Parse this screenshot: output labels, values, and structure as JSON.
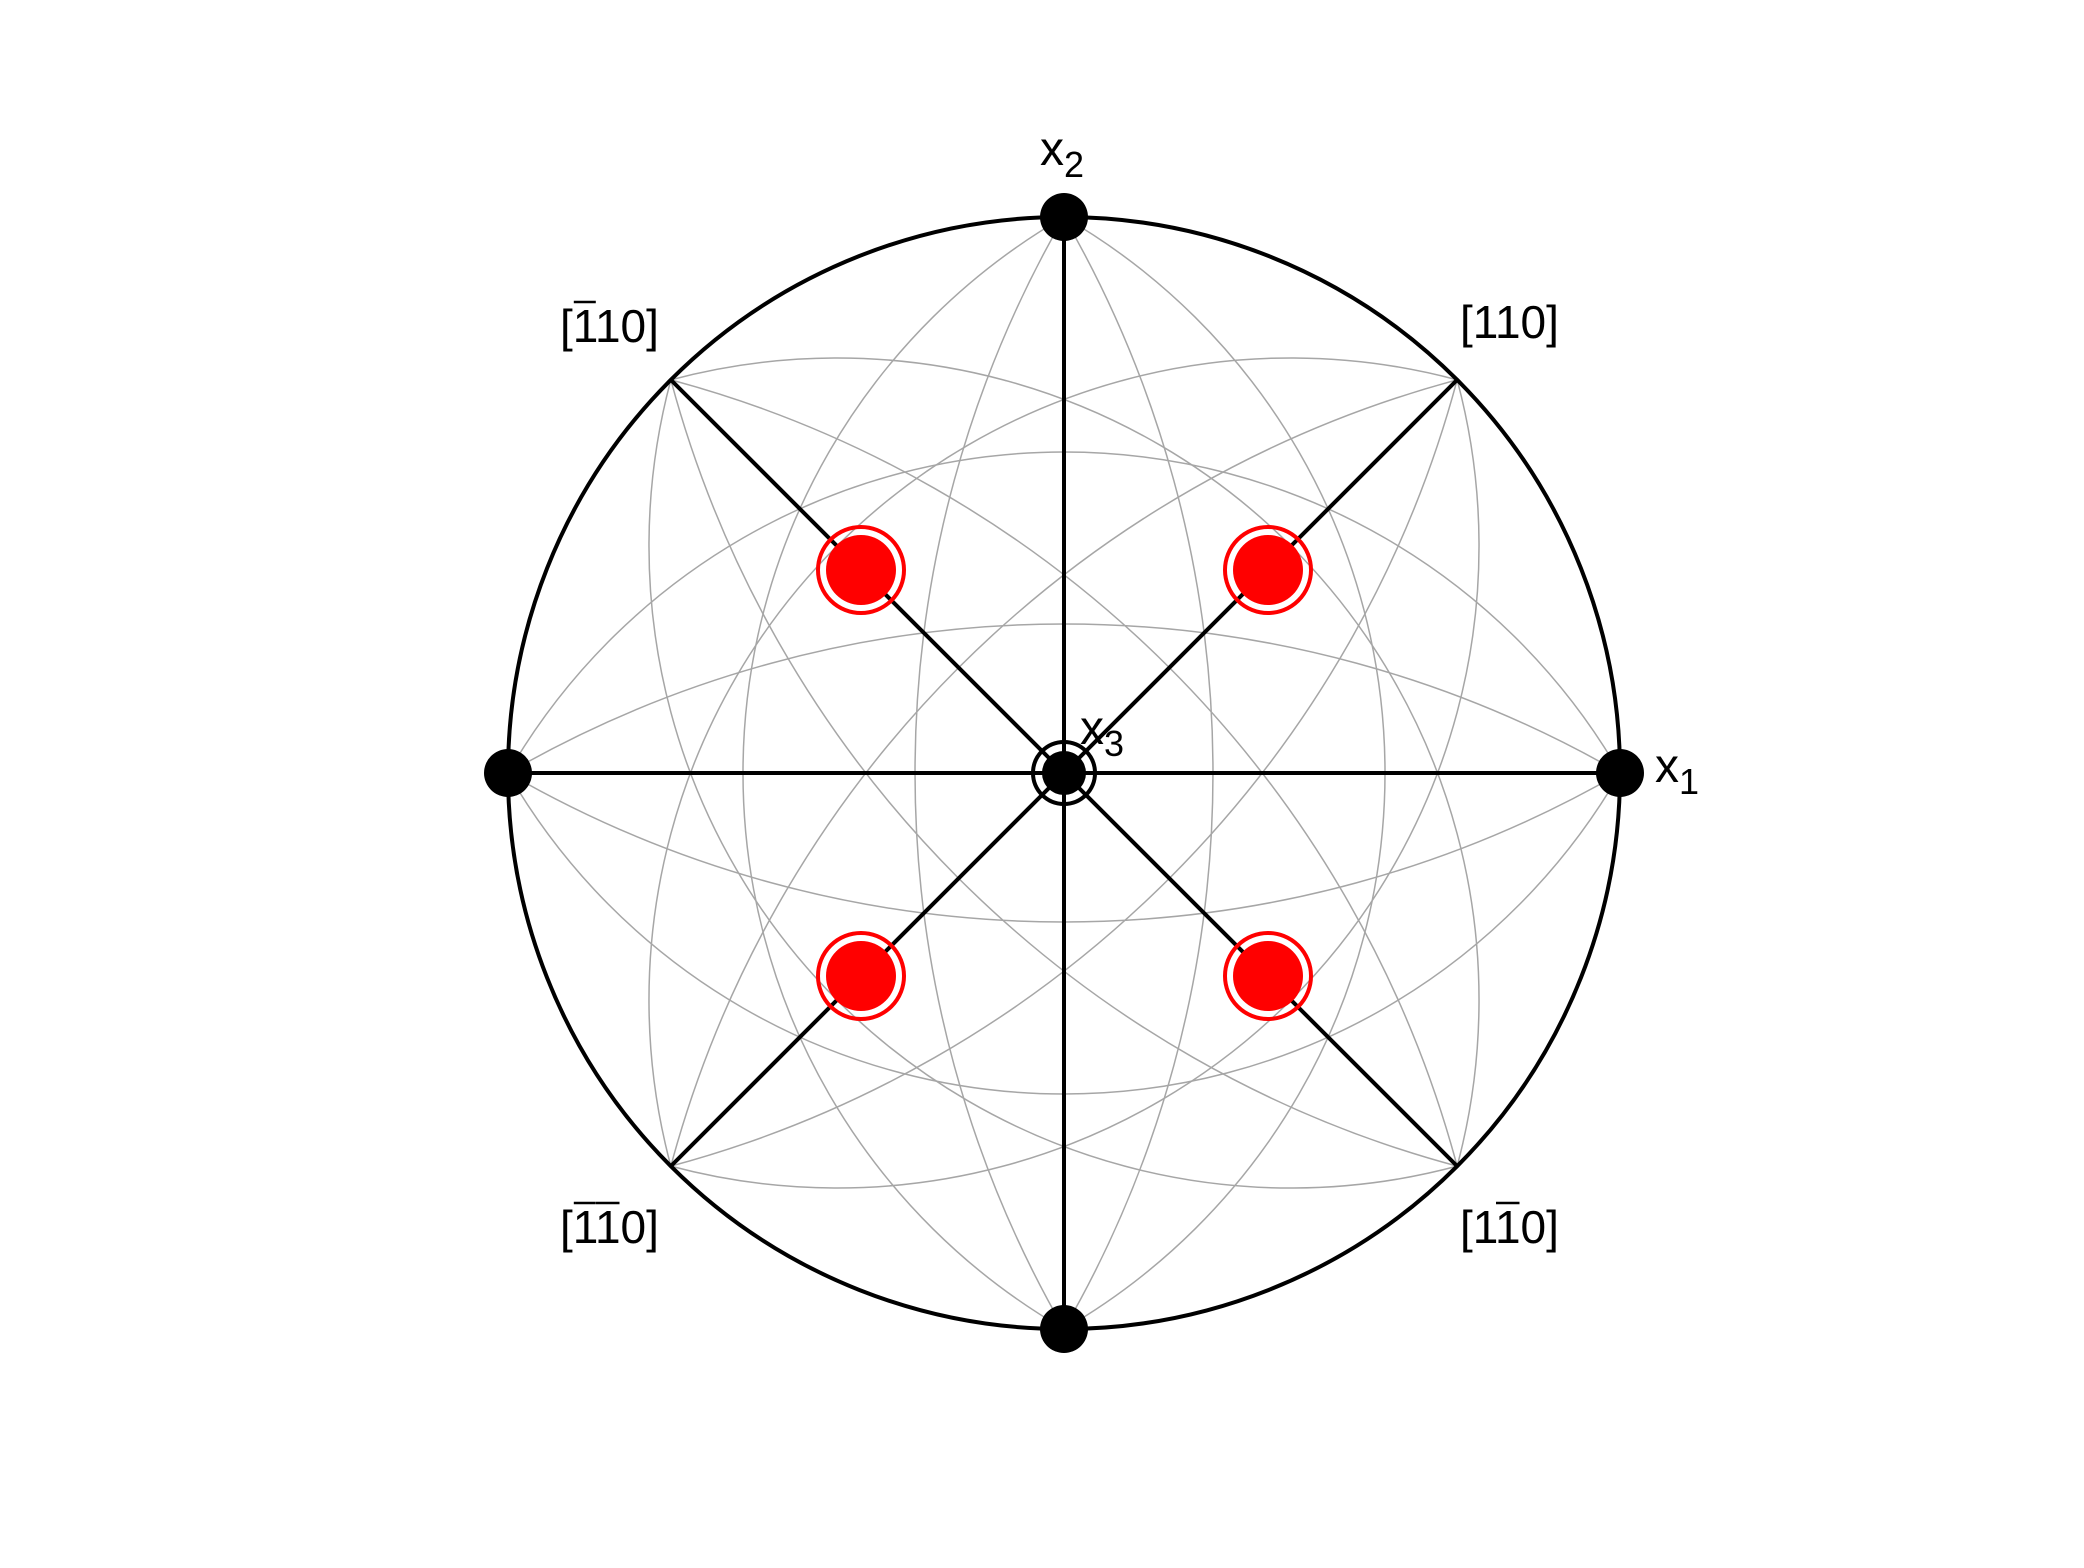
{
  "diagram": {
    "type": "stereographic-projection",
    "colors": {
      "outline": "#000000",
      "grid": "#a6a6a6",
      "pole_fill": "#000000",
      "highlight": "#ff0000",
      "background": "#ffffff"
    },
    "axis_labels": {
      "x1": {
        "base": "x",
        "sub": "1"
      },
      "x2": {
        "base": "x",
        "sub": "2"
      },
      "x3": {
        "base": "x",
        "sub": "3"
      }
    },
    "direction_labels": {
      "ne": {
        "open": "[",
        "d1": "1",
        "d2": "1",
        "d3": "0",
        "close": "]",
        "bar1": false,
        "bar2": false
      },
      "nw": {
        "open": "[",
        "d1": "1",
        "d2": "1",
        "d3": "0",
        "close": "]",
        "bar1": true,
        "bar2": false
      },
      "sw": {
        "open": "[",
        "d1": "1",
        "d2": "1",
        "d3": "0",
        "close": "]",
        "bar1": true,
        "bar2": true
      },
      "se": {
        "open": "[",
        "d1": "1",
        "d2": "1",
        "d3": "0",
        "close": "]",
        "bar1": false,
        "bar2": true
      }
    },
    "highlighted_poles": [
      "upper-left",
      "upper-right",
      "lower-left",
      "lower-right"
    ]
  }
}
